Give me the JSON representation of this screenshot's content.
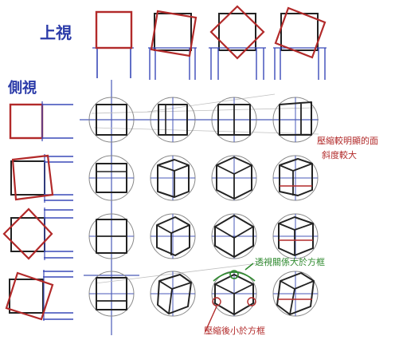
{
  "labels": {
    "top_view": "上視",
    "side_view": "側視",
    "note_right": [
      "壓縮較明顯的面",
      "斜度較大"
    ],
    "note_green": "透視關係大於方框",
    "note_bottom": "壓縮後小於方框"
  },
  "colors": {
    "red": "#b22a2a",
    "blue": "#3a4ab8",
    "black": "#222222",
    "green": "#2f8a2f",
    "grey": "#8a8a8a"
  }
}
